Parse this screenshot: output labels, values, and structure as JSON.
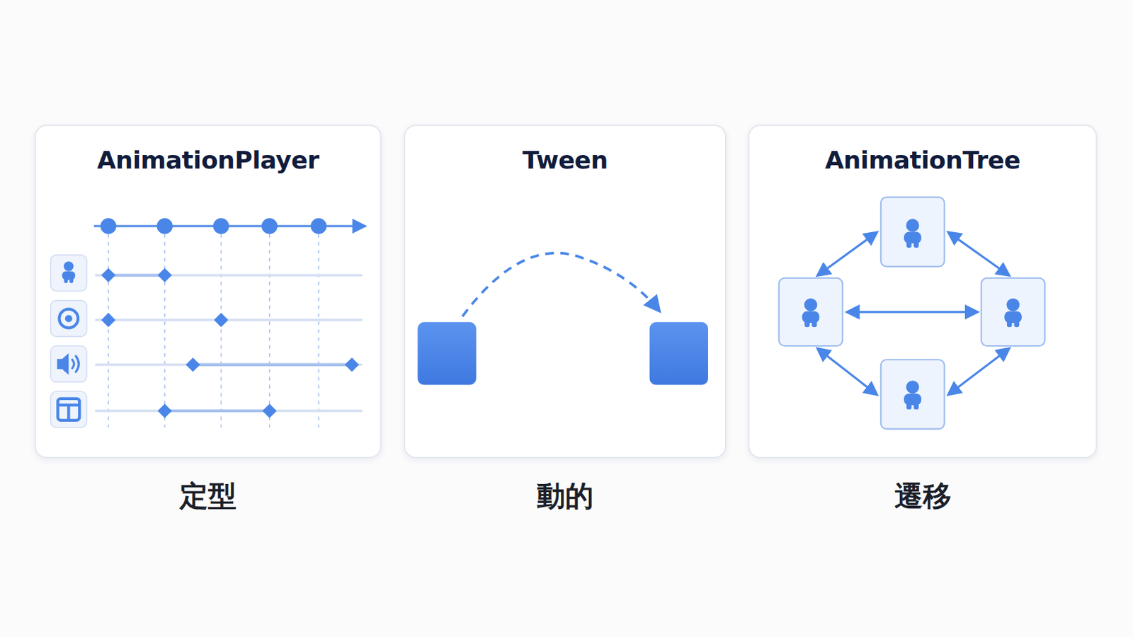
{
  "diagram": {
    "nodes": [
      {
        "text": [
          "AnimationPlayer",
          "定型"
        ]
      },
      {
        "text": [
          "Tween",
          "動的"
        ]
      },
      {
        "text": [
          "AnimationTree",
          "遷移"
        ]
      }
    ]
  }
}
